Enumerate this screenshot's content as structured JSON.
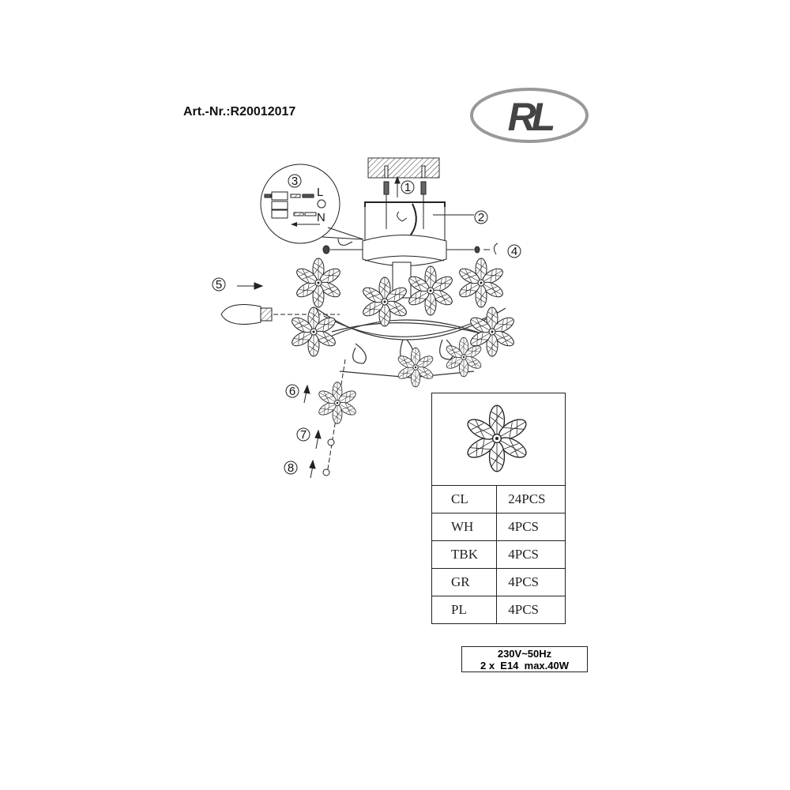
{
  "header": {
    "article_number": "Art.-Nr.:R20012017",
    "logo_text": "RL"
  },
  "steps": {
    "s1": "1",
    "s2": "2",
    "s3": "3",
    "s4": "4",
    "s5": "5",
    "s6": "6",
    "s7": "7",
    "s8": "8"
  },
  "wiring": {
    "live": "L",
    "neutral": "N"
  },
  "parts_table": {
    "rows": [
      {
        "code": "CL",
        "qty": "24PCS"
      },
      {
        "code": "WH",
        "qty": "4PCS"
      },
      {
        "code": "TBK",
        "qty": "4PCS"
      },
      {
        "code": "GR",
        "qty": "4PCS"
      },
      {
        "code": "PL",
        "qty": "4PCS"
      }
    ]
  },
  "specs": {
    "voltage": "230V~50Hz",
    "bulbs": "2 x  E14  max.40W"
  }
}
